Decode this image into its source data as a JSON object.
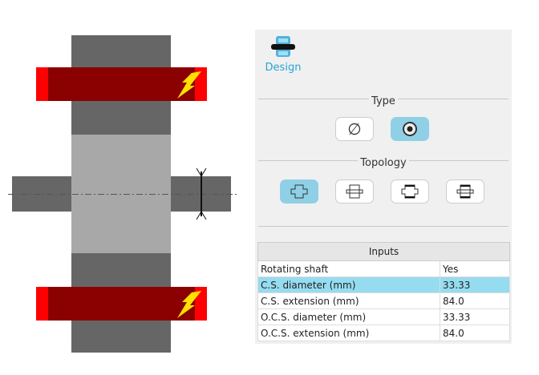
{
  "design_tab": {
    "label": "Design",
    "icon": "bearing-icon"
  },
  "type": {
    "title": "Type",
    "options": [
      {
        "icon": "empty-set-icon",
        "selected": false
      },
      {
        "icon": "radio-dot-icon",
        "selected": true
      }
    ]
  },
  "topology": {
    "title": "Topology",
    "options": [
      {
        "icon": "topology-1-icon",
        "selected": true
      },
      {
        "icon": "topology-2-icon",
        "selected": false
      },
      {
        "icon": "topology-3-icon",
        "selected": false
      },
      {
        "icon": "topology-4-icon",
        "selected": false
      }
    ]
  },
  "inputs": {
    "header": "Inputs",
    "rows": [
      {
        "label": "Rotating shaft",
        "value": "Yes"
      },
      {
        "label": "C.S. diameter (mm)",
        "value": "33.33"
      },
      {
        "label": "C.S. extension (mm)",
        "value": "84.0"
      },
      {
        "label": "O.C.S. diameter (mm)",
        "value": "33.33"
      },
      {
        "label": "O.C.S. extension (mm)",
        "value": "84.0"
      }
    ]
  },
  "colors": {
    "accent": "#29a3d4",
    "selected": "#96dcf0",
    "coil": "#8b0000",
    "coil_edge": "#ff0000",
    "bolt": "#ffe000"
  }
}
